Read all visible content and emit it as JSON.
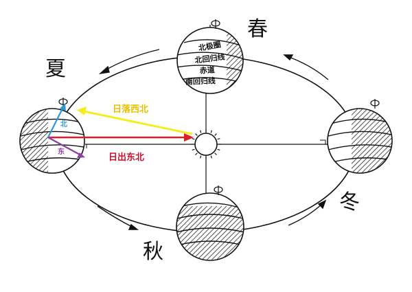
{
  "seasons": {
    "spring": "春",
    "summer": "夏",
    "autumn": "秋",
    "winter": "冬"
  },
  "globe_labels": {
    "arctic_circle": "北极圈",
    "tropic_cancer": "北回归线",
    "equator": "赤道",
    "tropic_capricorn": "南回归线"
  },
  "arrows": {
    "sunset": "日落西北",
    "sunrise": "日出东北",
    "north": "北",
    "east": "东"
  },
  "colors": {
    "sunset_arrow": "#f2ee22",
    "sunset_text": "#e8c200",
    "sunrise_arrow": "#d9212a",
    "sunrise_text": "#c8102e",
    "north_arrow": "#2b97d6",
    "east_arrow": "#8e3fa7",
    "ink": "#111111"
  },
  "icons": {
    "sun": "sun-icon",
    "rotation": "rotation-arrow-icon"
  }
}
